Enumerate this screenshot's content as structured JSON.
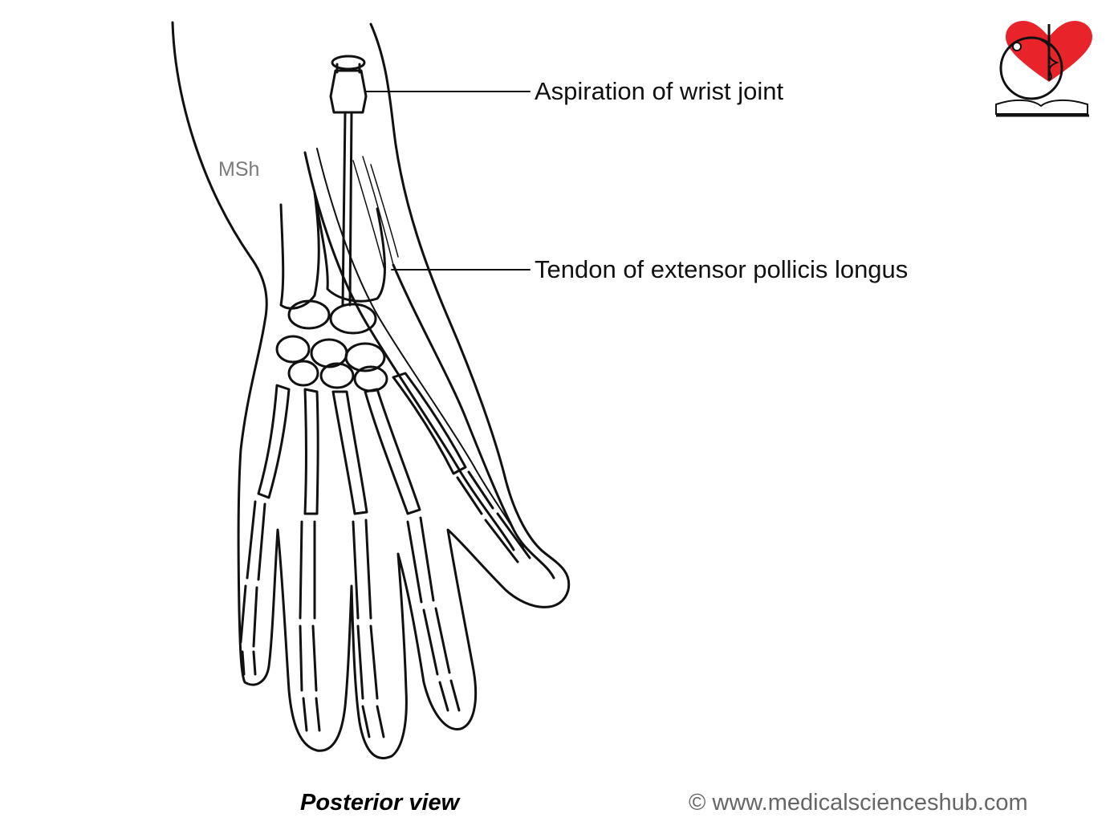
{
  "labels": {
    "aspiration": "Aspiration of wrist joint",
    "tendon": "Tendon of extensor pollicis longus"
  },
  "artist_initials": "MSh",
  "caption": "Posterior view",
  "copyright": "© www.medicalscienceshub.com",
  "colors": {
    "line": "#111111",
    "logo_heart": "#e8232a",
    "watermark": "#666666"
  }
}
